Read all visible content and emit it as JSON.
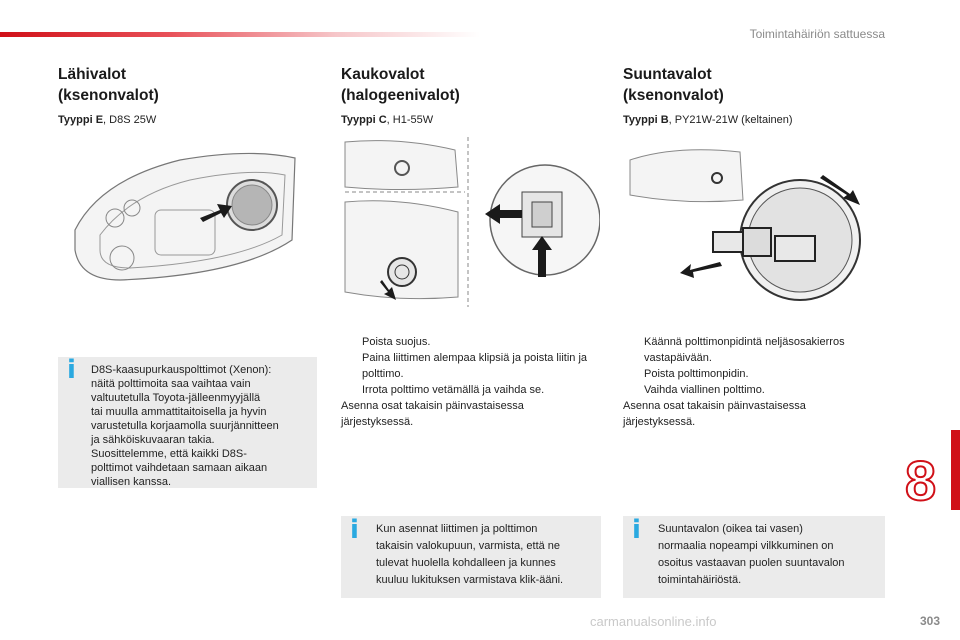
{
  "header": {
    "section_title": "Toimintahäiriön sattuessa"
  },
  "columns": [
    {
      "title_line1": "Lähivalot",
      "title_line2": "(ksenonvalot)",
      "type_label": "Tyyppi E",
      "type_value": ", D8S 25W"
    },
    {
      "title_line1": "Kaukovalot",
      "title_line2": "(halogeenivalot)",
      "type_label": "Tyyppi C",
      "type_value": ", H1-55W"
    },
    {
      "title_line1": "Suuntavalot",
      "title_line2": "(ksenonvalot)",
      "type_label": "Tyyppi B",
      "type_value": ", PY21W-21W (keltainen)"
    }
  ],
  "steps_high_beam": [
    "Poista suojus.",
    "Paina liittimen alempaa klipsiä ja poista liitin ja polttimo.",
    "Irrota polttimo vetämällä ja vaihda se."
  ],
  "outro_high_beam_line1": "Asenna osat takaisin päinvastaisessa",
  "outro_high_beam_line2": "järjestyksessä.",
  "steps_indicator": [
    "Käännä polttimonpidintä neljäsosakierros vastapäivään.",
    "Poista polttimonpidin.",
    "Vaihda viallinen polttimo."
  ],
  "outro_indicator_line1": "Asenna osat takaisin päinvastaisessa",
  "outro_indicator_line2": "järjestyksessä.",
  "bullet_glyph": "",
  "info_badge": "i",
  "notes": {
    "xenon": [
      "D8S-kaasupurkauspolttimot (Xenon):",
      "näitä polttimoita saa vaihtaa vain",
      "valtuutetulla Toyota-jälleenmyyjällä",
      "tai muulla ammattitaitoisella ja hyvin",
      "varustetulla korjaamolla suurjännitteen",
      "ja sähköiskuvaaran takia.",
      "Suosittelemme, että kaikki D8S-",
      "polttimot vaihdetaan samaan aikaan",
      "viallisen kanssa."
    ],
    "connector": [
      "Kun asennat liittimen ja polttimon",
      "takaisin valokupuun, varmista, että ne",
      "tulevat huolella kohdalleen ja kunnes",
      "kuuluu lukituksen varmistava klik-ääni."
    ],
    "indicator": [
      "Suuntavalon (oikea tai vasen)",
      "normaalia nopeampi vilkkuminen on",
      "osoitus vastaavan puolen suuntavalon",
      "toimintahäiriöstä."
    ]
  },
  "chapter_number": "8",
  "page_number": "303",
  "watermark": "carmanualsonline.info",
  "colors": {
    "accent": "#d01018",
    "info": "#2aa9e0",
    "note_bg": "#ebebeb"
  }
}
